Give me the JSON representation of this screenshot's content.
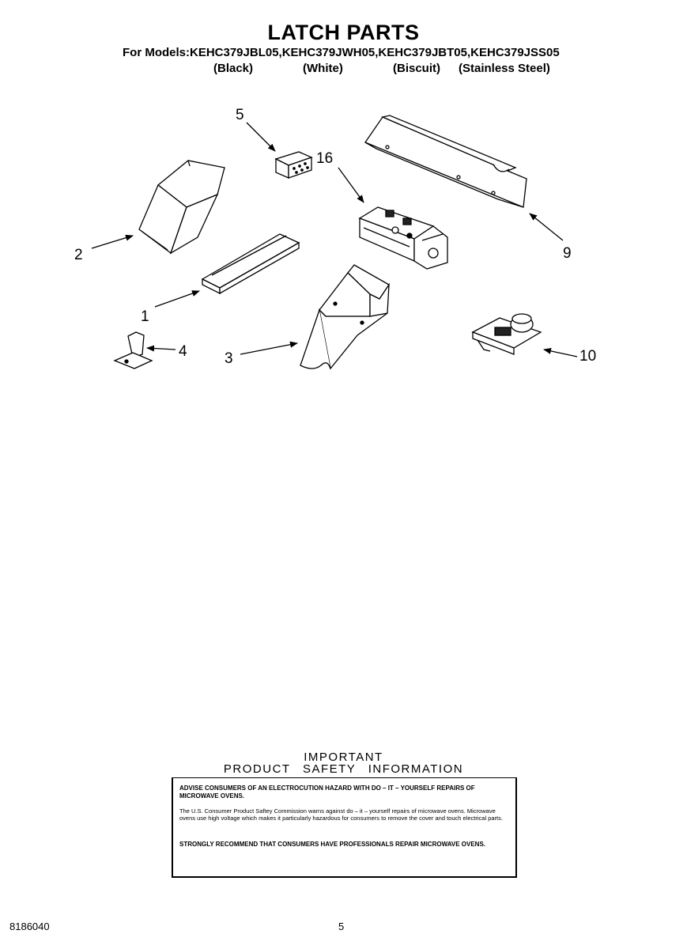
{
  "header": {
    "title": "LATCH PARTS",
    "models_line": "For Models:KEHC379JBL05,KEHC379JWH05,KEHC379JBT05,KEHC379JSS05",
    "colors": [
      "(Black)",
      "(White)",
      "(Biscuit)",
      "(Stainless Steel)"
    ]
  },
  "callouts": {
    "p1": "1",
    "p2": "2",
    "p3": "3",
    "p4": "4",
    "p5": "5",
    "p9": "9",
    "p10": "10",
    "p16": "16"
  },
  "safety": {
    "heading1": "IMPORTANT",
    "heading2": "PRODUCT SAFETY INFORMATION",
    "warning": "ADVISE CONSUMERS OF AN ELECTROCUTION HAZARD WITH DO – IT – YOURSELF REPAIRS OF MICROWAVE OVENS.",
    "body": "The U.S. Consumer Product Saftey Commission warns against do – it – yourself repairs of microwave ovens. Microwave ovens use high voltage which makes it particularly hazardous for consumers to remove the cover and touch electrical parts.",
    "recommend": "STRONGLY RECOMMEND THAT CONSUMERS HAVE PROFESSIONALS REPAIR MICROWAVE OVENS."
  },
  "footer": {
    "doc_number": "8186040",
    "page_number": "5"
  }
}
